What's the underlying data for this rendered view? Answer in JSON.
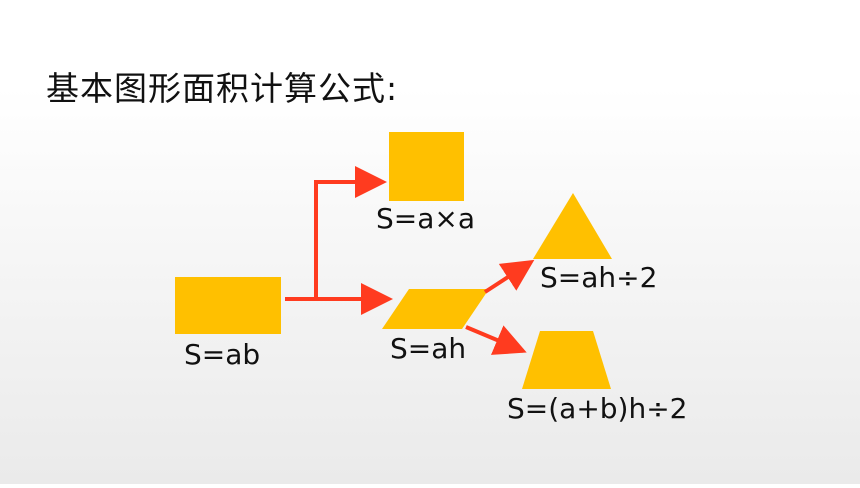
{
  "title": "基本图形面积计算公式:",
  "shape_color": "#FFC000",
  "arrow_color": "#FF3B1F",
  "shapes": {
    "rectangle": {
      "formula": "S=ab"
    },
    "square": {
      "formula": "S=a×a"
    },
    "parallelogram": {
      "formula": "S=ah"
    },
    "triangle": {
      "formula": "S=ah÷2"
    },
    "trapezoid": {
      "formula": "S=(a+b)h÷2"
    }
  }
}
